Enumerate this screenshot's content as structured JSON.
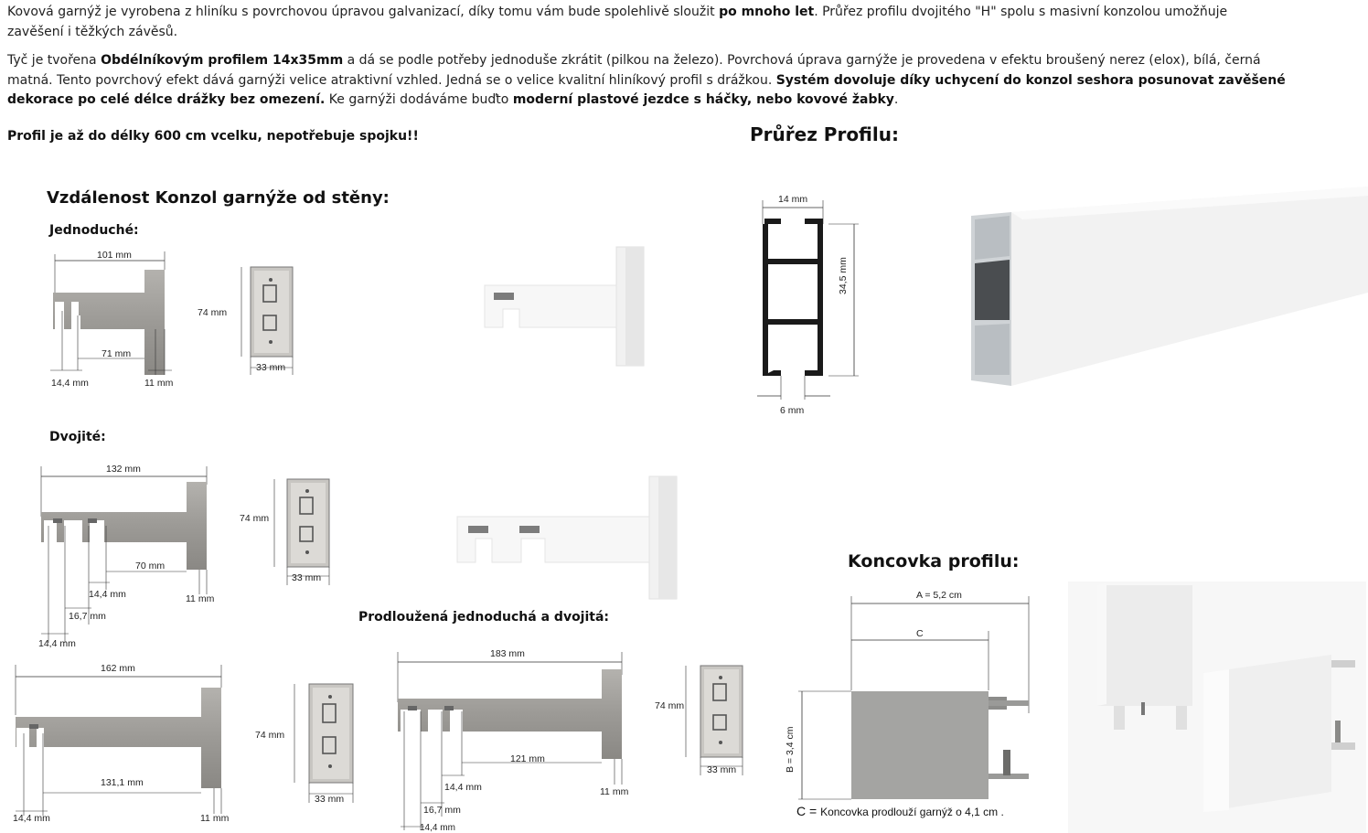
{
  "intro": {
    "p1_a": "Kovová garnýž je vyrobena z hliníku s povrchovou úpravou galvanizací, díky tomu vám bude spolehlivě sloužit ",
    "p1_b": "po mnoho let",
    "p1_c": ". Průřez profilu dvojitého \"H\" spolu s masivní konzolou umožňuje zavěšení i těžkých závěsů.",
    "p2_a": " Tyč je tvořena ",
    "p2_b": "Obdélníkovým profilem 14x35mm",
    "p2_c": " a dá se podle potřeby jednoduše zkrátit (pilkou na železo). Povrchová úprava garnýže je provedena v efektu broušený nerez (elox), bílá, černá matná. Tento povrchový efekt dává garnýži velice atraktivní vzhled. Jedná se o velice kvalitní hliníkový profil s drážkou. ",
    "p2_d": "Systém dovoluje díky uchycení do konzol seshora posunovat zavěšené dekorace po celé délce drážky bez omezení.",
    "p2_e": " Ke garnýži dodáváme buďto ",
    "p2_f": "moderní plastové jezdce s háčky, nebo kovové žabky",
    "p2_g": ".",
    "p3": "Profil je až do délky 600 cm vcelku, nepotřebuje spojku!!"
  },
  "headings": {
    "distance": "Vzdálenost Konzol garnýže od stěny:",
    "single": "Jednoduché:",
    "double": "Dvojité:",
    "extended": "Prodloužená jednoduchá a dvojitá:",
    "profile_section": "Průřez Profilu:",
    "endcap": "Koncovka profilu:"
  },
  "dims": {
    "single_len": "101 mm",
    "single_mid": "71 mm",
    "single_left": "14,4 mm",
    "single_right": "11 mm",
    "plate_h": "74 mm",
    "plate_w": "33 mm",
    "double_len": "132 mm",
    "double_mid": "70 mm",
    "double_a": "14,4 mm",
    "double_b": "16,7 mm",
    "double_c": "14,4 mm",
    "double_right": "11 mm",
    "ext_single_len": "162 mm",
    "ext_single_mid": "131,1 mm",
    "ext_single_left": "14,4 mm",
    "ext_single_right": "11 mm",
    "ext_double_len": "183 mm",
    "ext_double_mid": "121 mm",
    "ext_double_a": "14,4 mm",
    "ext_double_b": "16,7 mm",
    "ext_double_c": "14,4 mm",
    "ext_double_right": "11 mm",
    "profile_w": "14 mm",
    "profile_h": "34,5 mm",
    "profile_gap": "6 mm",
    "endcap_a": "A = 5,2 cm",
    "endcap_c": "C",
    "endcap_b": "B = 3,4 cm",
    "endcap_note_c": "C = ",
    "endcap_note": "Koncovka prodlouží garnýž o 4,1 cm ."
  },
  "colors": {
    "steel": "#9e9c98",
    "steel_dark": "#7e7c78",
    "profile_black": "#1a1a1a",
    "white_part": "#f4f4f4"
  }
}
